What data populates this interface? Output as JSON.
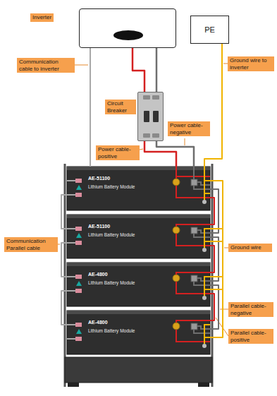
{
  "diagram": {
    "nodes": [
      {
        "text": [
          "Inverter"
        ]
      },
      {
        "text": [
          "PE"
        ]
      },
      {
        "text": [
          "Circuit Breaker"
        ]
      },
      {
        "text": [
          "AE-51100",
          "Lithium Battery Module"
        ]
      },
      {
        "text": [
          "AE-51100",
          "Lithium Battery Module"
        ]
      },
      {
        "text": [
          "AE-4800",
          "Lithium Battery Module"
        ]
      },
      {
        "text": [
          "AE-4800",
          "Lithium Battery Module"
        ]
      }
    ],
    "edges": [
      {
        "from": 0,
        "to": 2,
        "arrow": "none"
      },
      {
        "from": 0,
        "to": 2,
        "arrow": "none"
      },
      {
        "from": 0,
        "to": 3,
        "arrow": "none"
      },
      {
        "from": 1,
        "to": 3,
        "arrow": "none"
      },
      {
        "from": 2,
        "to": 3,
        "arrow": "none"
      },
      {
        "from": 2,
        "to": 3,
        "arrow": "none"
      },
      {
        "from": 3,
        "to": 4,
        "arrow": "none"
      },
      {
        "from": 4,
        "to": 5,
        "arrow": "none"
      },
      {
        "from": 5,
        "to": 6,
        "arrow": "none"
      },
      {
        "from": 3,
        "to": 4,
        "arrow": "none"
      },
      {
        "from": 4,
        "to": 5,
        "arrow": "none"
      },
      {
        "from": 5,
        "to": 6,
        "arrow": "none"
      },
      {
        "from": 3,
        "to": 4,
        "arrow": "none"
      },
      {
        "from": 4,
        "to": 5,
        "arrow": "none"
      },
      {
        "from": 5,
        "to": 6,
        "arrow": "none"
      },
      {
        "from": 3,
        "to": 4,
        "arrow": "none"
      },
      {
        "from": 4,
        "to": 5,
        "arrow": "none"
      },
      {
        "from": 5,
        "to": 6,
        "arrow": "none"
      }
    ],
    "labels": [
      "Communication cable to inverter",
      "Power cable-positive",
      "Power cable-negative",
      "Ground wire to inverter",
      "Communication Parallel cable",
      "Ground wire",
      "Parallel cable-negative",
      "Parallel cable-positive"
    ]
  }
}
